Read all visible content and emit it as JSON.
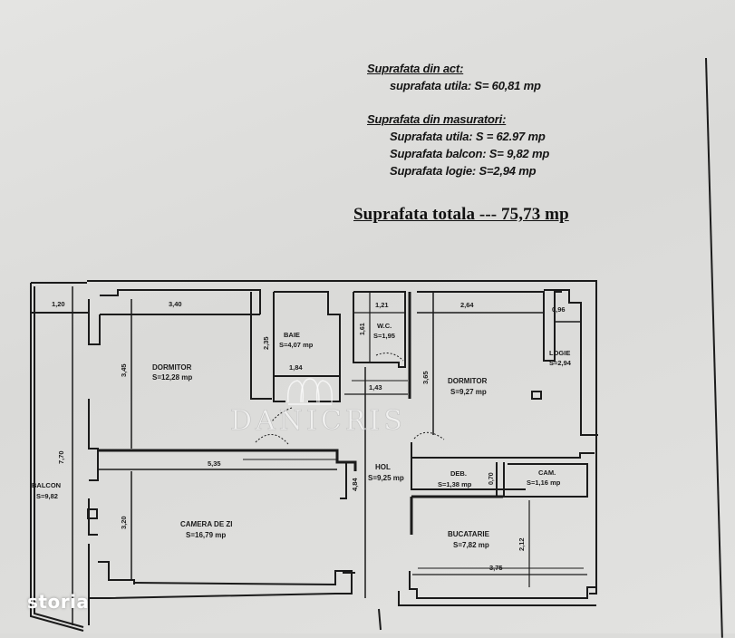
{
  "summary": {
    "deed_heading": "Suprafata din act:",
    "deed_useful": "suprafata utila: S= 60,81 mp",
    "measured_heading": "Suprafata din masuratori:",
    "measured_useful": "Suprafata utila: S = 62.97 mp",
    "measured_balcony": "Suprafata balcon: S= 9,82 mp",
    "measured_loggia": "Suprafata logie: S=2,94 mp",
    "total": "Suprafata totala --- 75,73 mp"
  },
  "rooms": [
    {
      "name": "DORMITOR",
      "area": "S=12,28 mp"
    },
    {
      "name": "BAIE",
      "area": "S=4,07 mp"
    },
    {
      "name": "W.C.",
      "area": "S=1,95"
    },
    {
      "name": "DORMITOR",
      "area": "S=9,27 mp"
    },
    {
      "name": "LOGIE",
      "area": "S=2,94"
    },
    {
      "name": "HOL",
      "area": "S=9,25 mp"
    },
    {
      "name": "DEB.",
      "area": "S=1,38 mp"
    },
    {
      "name": "CAM.",
      "area": "S=1,16 mp"
    },
    {
      "name": "BUCATARIE",
      "area": "S=7,82 mp"
    },
    {
      "name": "CAMERA DE ZI",
      "area": "S=16,79 mp"
    },
    {
      "name": "BALCON",
      "area": "S=9,82"
    }
  ],
  "dimensions": {
    "balcon_width": "1,20",
    "dormitor1_width": "3,40",
    "dormitor1_depth": "3,45",
    "baie_depth": "2,35",
    "baie_width": "1,84",
    "wc_depth": "1,61",
    "wc_width": "1,21",
    "hol_width": "1,43",
    "dormitor2_width": "2,64",
    "dormitor2_depth": "3,65",
    "logie_width": "0,96",
    "balcon_length": "7,70",
    "camera_width": "5,35",
    "camera_depth": "3,20",
    "hol_length": "4,84",
    "deb_width": "0,70",
    "bucatarie_depth": "2,12",
    "bucatarie_width": "3,75"
  },
  "watermarks": {
    "agency": "DANICRIS",
    "portal": "storia"
  }
}
